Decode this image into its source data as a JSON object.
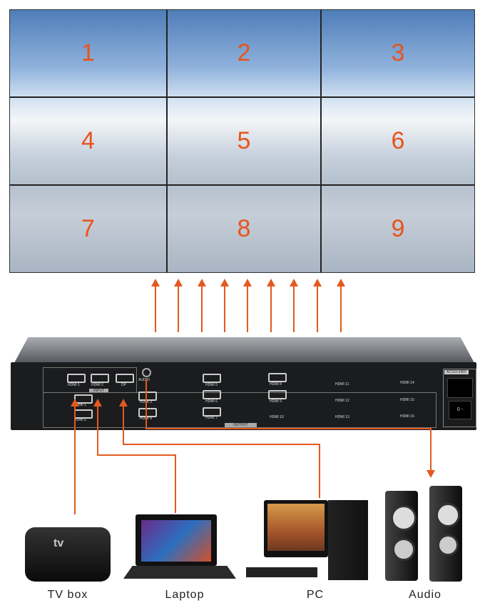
{
  "video_wall": {
    "screens": [
      "1",
      "2",
      "3",
      "4",
      "5",
      "6",
      "7",
      "8",
      "9"
    ]
  },
  "device": {
    "input_label": "INPUT",
    "output_label": "OUTPUT",
    "power_label": "AC110-240V",
    "input_ports": [
      "HDMI 1",
      "HDMI 2",
      "DP"
    ],
    "audio_port": "AUDIO",
    "output_ports": [
      "HDMI 1",
      "HDMI 2",
      "HDMI 3",
      "HDMI 4",
      "HDMI 5",
      "HDMI 6",
      "HDMI 7",
      "HDMI 8",
      "HDMI 9",
      "HDMI 10",
      "HDMI 11",
      "HDMI 12",
      "HDMI 13",
      "HDMI 14",
      "HDMI 15",
      "HDMI 16"
    ],
    "switch_label": "0 -"
  },
  "sources": [
    {
      "label": "TV box",
      "logo": "tv"
    },
    {
      "label": "Laptop"
    },
    {
      "label": "PC"
    },
    {
      "label": "Audio"
    }
  ],
  "colors": {
    "accent": "#e35a1e"
  }
}
